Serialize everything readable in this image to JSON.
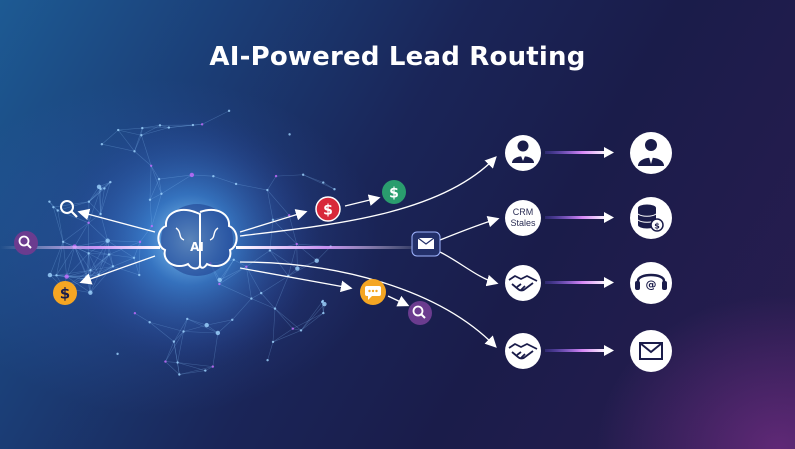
{
  "title": "AI-Powered Lead Routing",
  "ai_hub": {
    "label": "AI",
    "icon": "brain-icon"
  },
  "routes": [
    {
      "source_icon": "person-icon",
      "target_icon": "agent-icon"
    },
    {
      "source_label_line1": "CRM",
      "source_label_line2": "Stales",
      "target_icon": "database-coin-icon"
    },
    {
      "source_icon": "handshake-icon",
      "target_icon": "support-headset-icon"
    },
    {
      "source_icon": "handshake-icon",
      "target_icon": "envelope-icon"
    }
  ],
  "floating_icons": [
    "search-icon",
    "search-icon",
    "dollar-icon",
    "dollar-icon",
    "dollar-icon",
    "chat-icon",
    "search-icon",
    "envelope-icon"
  ],
  "colors": {
    "accent_glow": "#c86bff",
    "dollar_orange": "#f5a623",
    "dollar_red": "#d8283a",
    "dollar_green": "#2a9d6e",
    "search_purple": "#6b3c8f"
  }
}
